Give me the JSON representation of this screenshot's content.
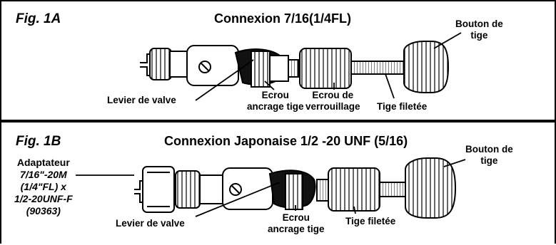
{
  "fig_1a": {
    "label": "Fig. 1A",
    "title": "Connexion 7/16(1/4FL)",
    "labels": {
      "bouton_l1": "Bouton de",
      "bouton_l2": "tige",
      "levier": "Levier de valve",
      "ecrou_ancrage_l1": "Ecrou",
      "ecrou_ancrage_l2": "ancrage tige",
      "ecrou_verrou_l1": "Ecrou de",
      "ecrou_verrou_l2": "verrouillage",
      "tige": "Tige filetée"
    }
  },
  "fig_1b": {
    "label": "Fig. 1B",
    "title": "Connexion Japonaise 1/2 -20 UNF (5/16)",
    "adapter": {
      "title": "Adaptateur",
      "line1": "7/16\"-20M",
      "line2": "(1/4\"FL) x",
      "line3": "1/2-20UNF-F",
      "line4": "(90363)"
    },
    "labels": {
      "bouton_l1": "Bouton de",
      "bouton_l2": "tige",
      "levier": "Levier de valve",
      "ecrou_ancrage_l1": "Ecrou",
      "ecrou_ancrage_l2": "ancrage tige",
      "tige": "Tige filetée"
    }
  }
}
